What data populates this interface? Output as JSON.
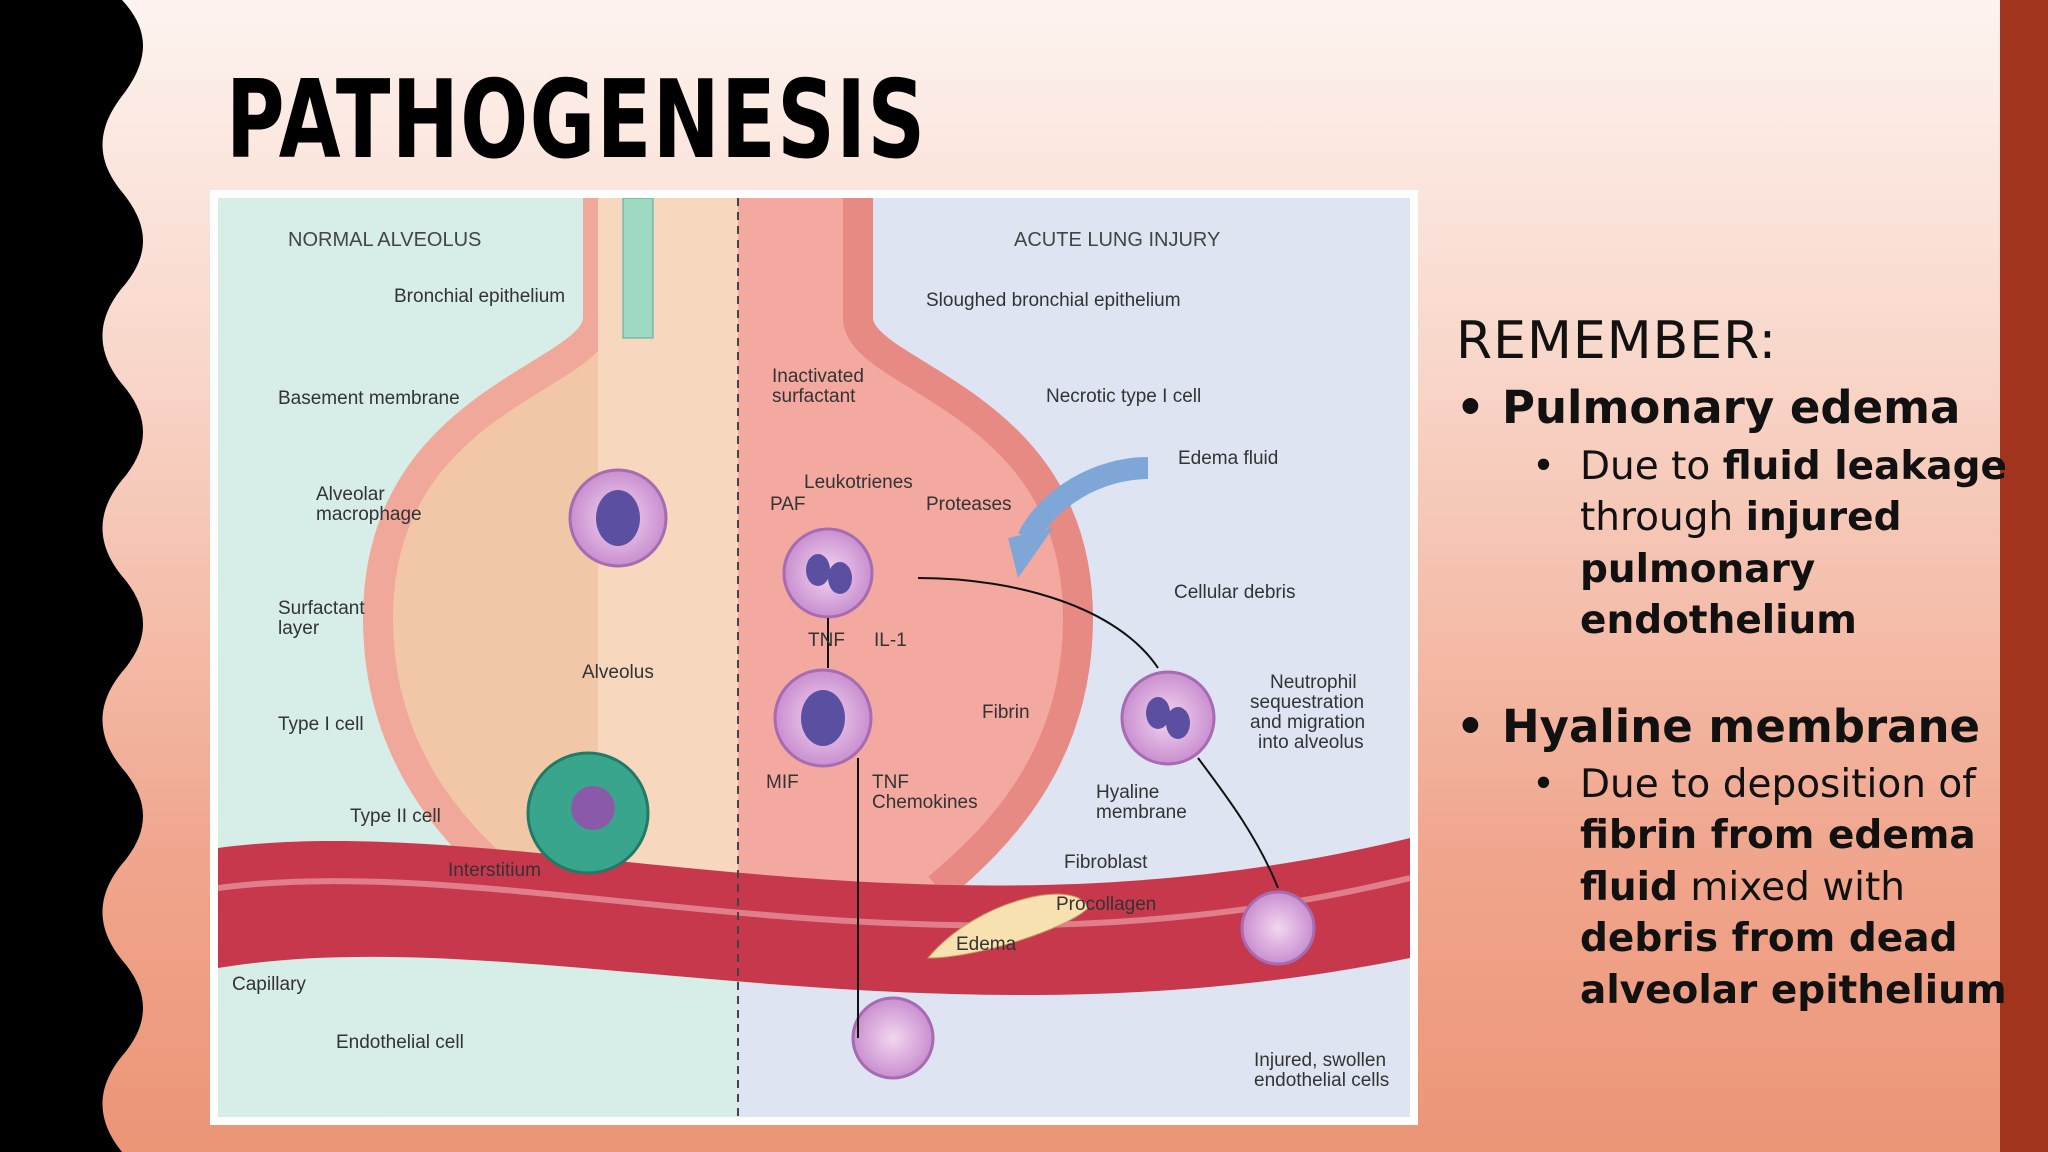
{
  "slide": {
    "title": "PATHOGENESIS"
  },
  "figure": {
    "left_header": "NORMAL ALVEOLUS",
    "right_header": "ACUTE LUNG INJURY",
    "labels": {
      "bronchial_epithelium": "Bronchial epithelium",
      "basement_membrane": "Basement membrane",
      "alveolar_macrophage_1": "Alveolar",
      "alveolar_macrophage_2": "macrophage",
      "surfactant_layer_1": "Surfactant",
      "surfactant_layer_2": "layer",
      "alveolus": "Alveolus",
      "type1": "Type I cell",
      "type2": "Type II cell",
      "interstitium": "Interstitium",
      "capillary": "Capillary",
      "endothelial": "Endothelial cell",
      "sloughed": "Sloughed bronchial epithelium",
      "inactivated_1": "Inactivated",
      "inactivated_2": "surfactant",
      "necrotic": "Necrotic type I cell",
      "edema_fluid": "Edema fluid",
      "leukotrienes": "Leukotrienes",
      "paf": "PAF",
      "proteases": "Proteases",
      "cellular_debris": "Cellular debris",
      "tnf": "TNF",
      "il1": "IL-1",
      "neutrophil_1": "Neutrophil",
      "neutrophil_2": "sequestration",
      "neutrophil_3": "and migration",
      "neutrophil_4": "into alveolus",
      "fibrin": "Fibrin",
      "mif": "MIF",
      "tnf2": "TNF",
      "chemokines": "Chemokines",
      "hyaline_1": "Hyaline",
      "hyaline_2": "membrane",
      "fibroblast": "Fibroblast",
      "procollagen": "Procollagen",
      "edema": "Edema",
      "injured_1": "Injured, swollen",
      "injured_2": "endothelial cells"
    }
  },
  "notes": {
    "heading": "REMEMBER:",
    "bullet1": {
      "title": "Pulmonary edema",
      "s1": "Due to ",
      "b1": "fluid leakage",
      "s2": "through ",
      "b2": "injured pulmonary endothelium"
    },
    "bullet2": {
      "title": "Hyaline membrane",
      "s1": "Due to deposition of ",
      "b1": "fibrin from edema fluid",
      "s2": " mixed with ",
      "b2": "debris from dead alveolar epithelium"
    }
  }
}
